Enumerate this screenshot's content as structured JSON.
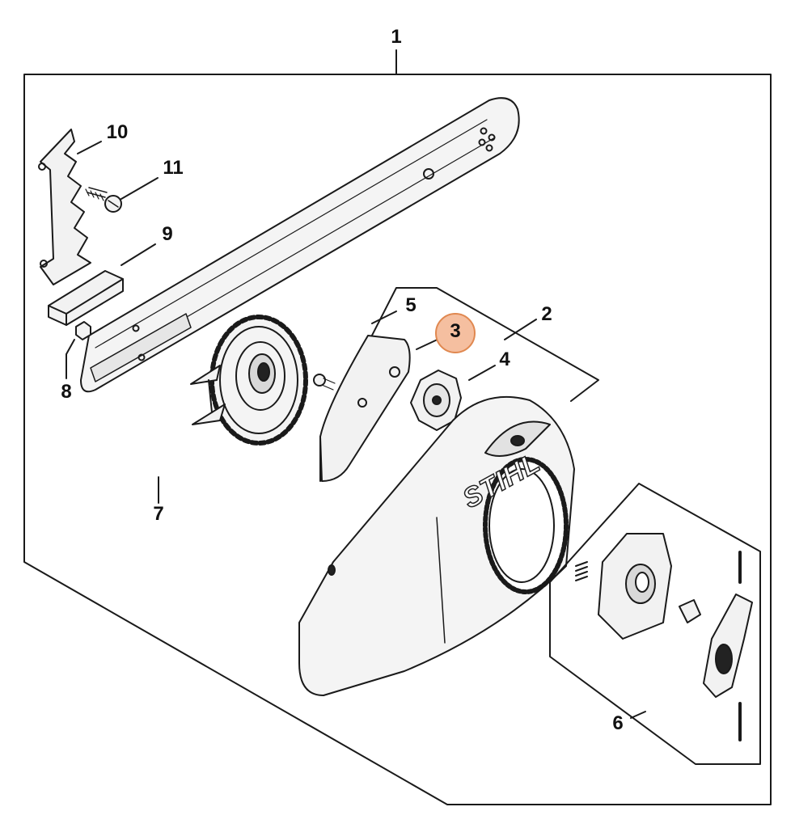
{
  "callouts": {
    "c1": "1",
    "c2": "2",
    "c3": "3",
    "c4": "4",
    "c5": "5",
    "c6": "6",
    "c7": "7",
    "c8": "8",
    "c9": "9",
    "c10": "10",
    "c11": "11"
  },
  "brand_mark": "STIHL",
  "highlight": {
    "callout": "3",
    "fill": "#f5bfa0",
    "stroke": "#e08850"
  },
  "colors": {
    "line": "#1a1a1a",
    "part_fill": "#f2f2f2",
    "part_fill_dark": "#d8d8d8"
  }
}
